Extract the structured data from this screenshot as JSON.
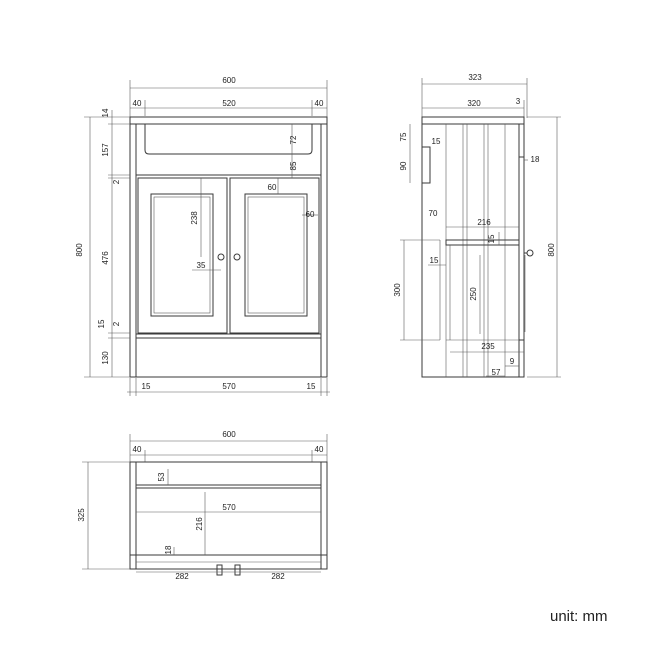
{
  "unit_label": "unit: mm",
  "front": {
    "overall_width": "600",
    "side_panel_left": "40",
    "top_span": "520",
    "side_panel_right": "40",
    "top_thickness": "14",
    "upper_height": "157",
    "gap_top": "2",
    "door_height": "476",
    "overall_height": "800",
    "gap_bottom_15": "15",
    "gap_bottom_2": "2",
    "plinth": "130",
    "basin_depth": "72",
    "rail": "85",
    "frame_top": "60",
    "frame_side": "60",
    "panel_height": "238",
    "knob_offset": "35",
    "foot_left": "15",
    "inner_width": "570",
    "foot_right": "15"
  },
  "side": {
    "overall_depth": "323",
    "depth_320": "320",
    "depth_3": "3",
    "dim_75": "75",
    "dim_15a": "15",
    "dim_90": "90",
    "dim_18": "18",
    "dim_70": "70",
    "dim_216": "216",
    "dim_15b": "15",
    "dim_15c": "15",
    "dim_300": "300",
    "dim_250": "250",
    "dim_235": "235",
    "dim_9": "9",
    "dim_57": "57",
    "height_800": "800"
  },
  "plan": {
    "overall_width": "600",
    "left_panel": "40",
    "right_panel": "40",
    "dim_53": "53",
    "inner_570": "570",
    "depth_325": "325",
    "dim_216": "216",
    "dim_18": "18",
    "half_left": "282",
    "half_right": "282"
  }
}
